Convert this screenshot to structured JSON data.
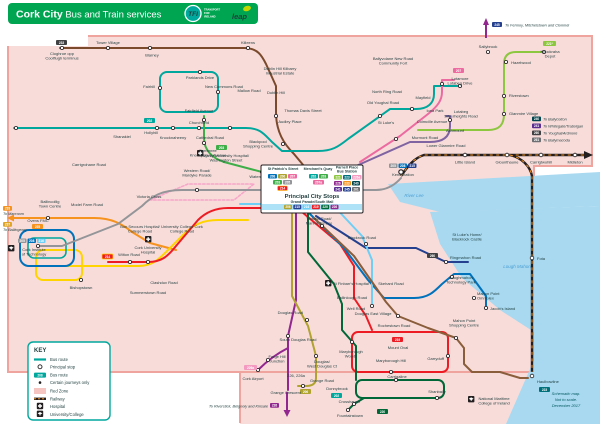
{
  "header": {
    "title_bold": "Cork City",
    "title_rest": " Bus and Train services",
    "tfi": "TFI",
    "tfi_l1": "TRANSPORT",
    "tfi_l2": "FOR",
    "tfi_l3": "IRELAND",
    "leap": "leap"
  },
  "key": {
    "title": "KEY",
    "badge_sample": "208",
    "items": [
      {
        "label": "Bus route"
      },
      {
        "label": "Principal stop"
      },
      {
        "label": "Bus route"
      },
      {
        "label": "Certain journeys only"
      },
      {
        "label": "Red Zone"
      },
      {
        "label": "Railway"
      },
      {
        "label": "Hospital"
      },
      {
        "label": "University/College"
      }
    ]
  },
  "principal": {
    "title": "Principal City Stops",
    "cols": [
      {
        "name1": "St Patrick's Street",
        "name2": "",
        "routes": [
          {
            "n": "208",
            "c": "#0072bc"
          },
          {
            "n": "206",
            "c": "#b0a32f"
          },
          {
            "n": "207",
            "c": "#ec6aa0"
          },
          {
            "n": "203",
            "c": "#3fae49"
          },
          {
            "n": "205",
            "c": "#939598"
          },
          {
            "n": "214",
            "c": "#ed1c24"
          }
        ]
      },
      {
        "name1": "Merchant's Quay",
        "name2": "",
        "routes": [
          {
            "n": "202",
            "c": "#00a79d"
          },
          {
            "n": "203",
            "c": "#3fae49"
          },
          {
            "n": "207a",
            "c": "#ec6aa0"
          }
        ]
      },
      {
        "name1": "Parnell Place",
        "name2": "Bus Station",
        "routes": [
          {
            "n": "221",
            "c": "#8dc63f"
          },
          {
            "n": "223",
            "c": "#00707a"
          },
          {
            "n": "226a",
            "c": "#f49ac1"
          },
          {
            "n": "226",
            "c": "#92278f"
          },
          {
            "n": "233",
            "c": "#f6921e"
          },
          {
            "n": "240",
            "c": "#00464f"
          },
          {
            "n": "241",
            "c": "#5c2d91"
          },
          {
            "n": "245",
            "c": "#24408e"
          },
          {
            "n": "261",
            "c": "#6d6e71"
          }
        ]
      }
    ],
    "bottom": {
      "name": "Grand Parade/South Mall",
      "routes": [
        {
          "n": "206",
          "c": "#b0a32f"
        },
        {
          "n": "215",
          "c": "#24408e"
        },
        {
          "n": "216",
          "c": "#6dcff6"
        },
        {
          "n": "219",
          "c": "#ed1c24"
        },
        {
          "n": "220",
          "c": "#006838"
        },
        {
          "n": "226",
          "c": "#92278f"
        }
      ]
    }
  },
  "edges": {
    "top_right": {
      "route": "245",
      "color": "#24408e",
      "text": "To Fermoy, Mitchelstown and Clonmel"
    },
    "right_list": [
      {
        "route": "240",
        "color": "#00464f",
        "text": "To Ballycotton"
      },
      {
        "route": "241",
        "color": "#5c2d91",
        "text": "To Whitegate/Trabolgan"
      },
      {
        "route": "260",
        "color": "#414042",
        "text": "To Youghal/Ardmore"
      },
      {
        "route": "261",
        "color": "#6d6e71",
        "text": "To Ballymacoda"
      }
    ],
    "left_list": [
      {
        "route": "233",
        "color": "#f6921e",
        "text": "To Macroom"
      },
      {
        "route": "237",
        "color": "#e0a526",
        "text": "To Ballingeary"
      }
    ],
    "bottom": {
      "route": "226",
      "color": "#92278f",
      "text": "To Riverstick, Belgooly and Kinsale"
    }
  },
  "badges": {
    "b233nw": {
      "n": "233",
      "c": "#414042"
    },
    "b202h": {
      "n": "202",
      "c": "#00a79d"
    },
    "b203f": {
      "n": "203",
      "c": "#3fae49"
    },
    "b207l": {
      "n": "207",
      "c": "#ec6aa0"
    },
    "b221k": {
      "n": "221*",
      "c": "#8dc63f"
    },
    "b214w": {
      "n": "214",
      "c": "#ed1c24"
    },
    "b225o": {
      "n": "225",
      "c": "#f6921e"
    },
    "b219m": {
      "n": "219",
      "c": "#ed1c24"
    },
    "b260r": {
      "n": "260",
      "c": "#414042"
    },
    "b226a": {
      "n": "226a",
      "c": "#f49ac1"
    },
    "b206g": {
      "n": "206",
      "c": "#b0a32f"
    },
    "b202d": {
      "n": "202",
      "c": "#00a79d"
    },
    "b220f": {
      "n": "220",
      "c": "#006838"
    },
    "b223h": {
      "n": "223",
      "c": "#00707a"
    },
    "k1": {
      "n": "205",
      "c": "#939598"
    },
    "k2": {
      "n": "208",
      "c": "#0072bc"
    },
    "k3": {
      "n": "215",
      "c": "#24408e"
    },
    "c1": {
      "n": "205",
      "c": "#939598"
    },
    "c2": {
      "n": "208",
      "c": "#0072bc"
    },
    "c3": {
      "n": "216",
      "c": "#6dcff6"
    }
  },
  "stops": {
    "cloghroe_1": "Cloghroe opp",
    "cloghroe_2": "Coolflugh terminus",
    "tower_village": "Tower Village",
    "blarney": "Blarney",
    "killeens": "Killeens",
    "fairhill": "Fairhill",
    "parklands_drive": "Parklands Drive",
    "new_commons_road": "New Commons Road",
    "mallow_road": "Mallow Road",
    "kilbarry_1": "Dublin Hill Kilbarry",
    "kilbarry_2": "Industrial Estate",
    "dublin_hill": "Dublin Hill",
    "ballyvolane_1": "Ballyvolane New Road",
    "ballyvolane_2": "Community Fort",
    "sallybrook": "Sallybrook",
    "knockraha_1": "Knockraha",
    "knockraha_2": "Depot",
    "hazelwood": "Hazelwood",
    "riverstown": "Riverstown",
    "glanmire_village": "Glanmire Village",
    "farranree_1": "Farranree",
    "farranree_2": "Knockpogue Avenue",
    "fairfield_avenue": "Fairfield Avenue",
    "churchfield": "Churchfield",
    "knocknaheeny": "Knocknaheeny",
    "cathedral_road": "Cathedral Road",
    "hollyhill": "Hollyhill",
    "blackpool_1": "Blackpool",
    "blackpool_2": "Shopping Centre",
    "watercourse_road": "Watercourse Road",
    "audley_place": "Audley Place",
    "thomas_davis": "Thomas Davis Street",
    "shanakiel": "Shanakiel",
    "mayfield": "Mayfield",
    "north_ring": "North Ring Road",
    "old_youghal": "Old Youghal Road",
    "st_lukes": "St Luke's",
    "lotamore_1": "Lotamore",
    "lotamore_2": "Lotabeg Drive",
    "iona_park": "Iona Park",
    "colmcille": "Colmcille Avenue",
    "ashmount": "Ashmount",
    "murmont": "Murmont Road",
    "lower_glanmire": "Lower Glanmire Road",
    "lotabeg_1": "Lotabeg",
    "lotabeg_2": "Silverheights Road",
    "carrigrohane": "Carrigrohane Road",
    "victoria_cross": "Victoria Cross",
    "model_farm": "Model Farm Road",
    "western_road_1": "Western Road/",
    "western_road_2": "Mardyke Parade",
    "mercy_1": "Mercy University Hospital/",
    "mercy_2": "Washington Street",
    "ballincollig_1": "Ballincollig",
    "ballincollig_2": "Town Centre",
    "ovens": "Ovens FMC",
    "cit_1": "Cork Institute",
    "cit_2": "of Technology",
    "bon_secours_1": "Bon Secours Hospital/",
    "bon_secours_2": "College Road",
    "ucc_1": "University College Cork",
    "ucc_2": "College Road",
    "cuh_1": "Cork University",
    "cuh_2": "Hospital",
    "wilton": "Wilton Road",
    "bishopstown": "Bishopstown",
    "summerstown": "Summerstown Road",
    "clashduv": "Clashduv Road",
    "kent": "Kent Station",
    "victoria_road_1": "Victoria Road/",
    "victoria_road_2": "Marina Terrace",
    "blackrock_road": "Blackrock Road",
    "blackrock_castle_1": "St Luke's Home/",
    "blackrock_castle_2": "Blackrock Castle",
    "ringmahon": "Ringmahon Road",
    "loughmahon_1": "Loughmahon",
    "loughmahon_2": "Technology Park",
    "omniplex_1": "Mahon Point",
    "omniplex_2": "Omniplex",
    "jacobs_island": "Jacob's Island",
    "mahon_point_1": "Mahon Point",
    "mahon_point_2": "Shopping Centre",
    "skehard": "Skehard Road",
    "st_finbarrs": "St Finbarr's Hospital",
    "ballinlough": "Ballinlough Road",
    "well_road": "Well Road",
    "douglas_east": "Douglas East Village",
    "douglas_road": "Douglas Road",
    "south_douglas": "South Douglas Road",
    "rochestown": "Rochestown Road",
    "mount_oval": "Mount Oval",
    "maryborough_hill": "Maryborough Hill",
    "garryduff": "Garryduff",
    "maryborough_woods_1": "Maryborough",
    "maryborough_woods_2": "Woods",
    "douglas_west_1": "Douglas/",
    "douglas_west_2": "West Douglas Ct",
    "forge_hill_1": "Forge Hill",
    "forge_hill_2": "Junction",
    "cork_airport": "Cork Airport",
    "routes_note": "226, 226a",
    "grange_crescent": "Grange Crescent",
    "grange_road": "Grange Road",
    "donnybrook": "Donnybrook",
    "carrigaline": "Carrigaline",
    "crosshaven": "Crosshaven",
    "fountainstown": "Fountainstown",
    "shanbally": "Shanbally",
    "haulbowline": "Haulbowline",
    "nmci_1": "National Maritime",
    "nmci_2": "College of Ireland",
    "little_island": "Little Island",
    "glounthaune": "Glounthaune",
    "carrigtwohill": "Carrigtwohill",
    "midleton": "Midleton",
    "fota": "Fota"
  },
  "water_labels": {
    "river": "River Lee",
    "lough": "Lough Mahon"
  },
  "note": {
    "line1": "Schematic map.",
    "line2": "Not to scale.",
    "line3": "December 2017"
  },
  "colors": {
    "header_green": "#00A551",
    "red_zone": "#f8dcda",
    "zone_border": "#f0a49e",
    "water": "#a8d9f0",
    "teal": "#00a79d",
    "green": "#3fae49",
    "dark_green": "#006838",
    "red": "#ed1c24",
    "purple": "#92278f",
    "pink": "#ec6aa0",
    "light_pink": "#f6a7c8",
    "orange": "#f6921e",
    "yellow": "#ffd400",
    "blue": "#0072bc",
    "navy": "#24408e",
    "light_blue": "#6dcff6",
    "olive": "#b0a32f",
    "brown": "#7b4a2d",
    "dark_teal": "#00707a",
    "grey": "#939598",
    "lime": "#8dc63f",
    "rail": "#231f20",
    "rail_dash": "#f6921e"
  }
}
